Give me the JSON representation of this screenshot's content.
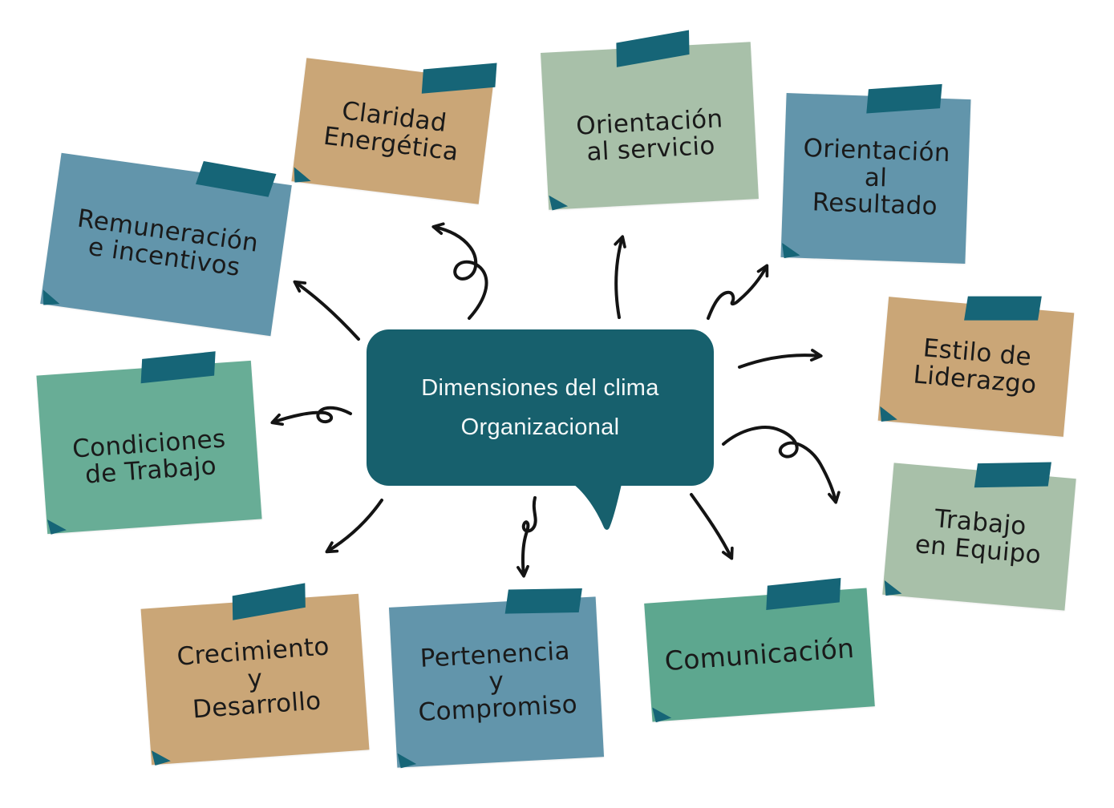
{
  "center": {
    "line1": "Dimensiones del clima",
    "line2": "Organizacional"
  },
  "notes": [
    {
      "name": "remuneracion-e-incentivos",
      "lines": [
        "Remuneración",
        "e incentivos"
      ]
    },
    {
      "name": "claridad-energetica",
      "lines": [
        "Claridad",
        "Energética"
      ]
    },
    {
      "name": "orientacion-al-servicio",
      "lines": [
        "Orientación",
        "al servicio"
      ]
    },
    {
      "name": "orientacion-al-resultado",
      "lines": [
        "Orientación",
        "al",
        "Resultado"
      ]
    },
    {
      "name": "estilo-de-liderazgo",
      "lines": [
        "Estilo de",
        "Liderazgo"
      ]
    },
    {
      "name": "trabajo-en-equipo",
      "lines": [
        "Trabajo",
        "en Equipo"
      ]
    },
    {
      "name": "comunicacion",
      "lines": [
        "Comunicación"
      ]
    },
    {
      "name": "pertenencia-y-compromiso",
      "lines": [
        "Pertenencia",
        "y",
        "Compromiso"
      ]
    },
    {
      "name": "crecimiento-y-desarrollo",
      "lines": [
        "Crecimiento",
        "y",
        "Desarrollo"
      ]
    },
    {
      "name": "condiciones-de-trabajo",
      "lines": [
        "Condiciones",
        "de Trabajo"
      ]
    }
  ],
  "colors": {
    "bubble": "#17606d",
    "bubble_text": "#f4f8f8",
    "tape": "#166577",
    "arrow": "#141414",
    "text": "#1a1a1a",
    "note_blue": "#6295ab",
    "note_tan": "#caa677",
    "note_sage": "#a8c0a9",
    "note_green_1": "#5da78f",
    "note_green_2": "#68ad96"
  }
}
